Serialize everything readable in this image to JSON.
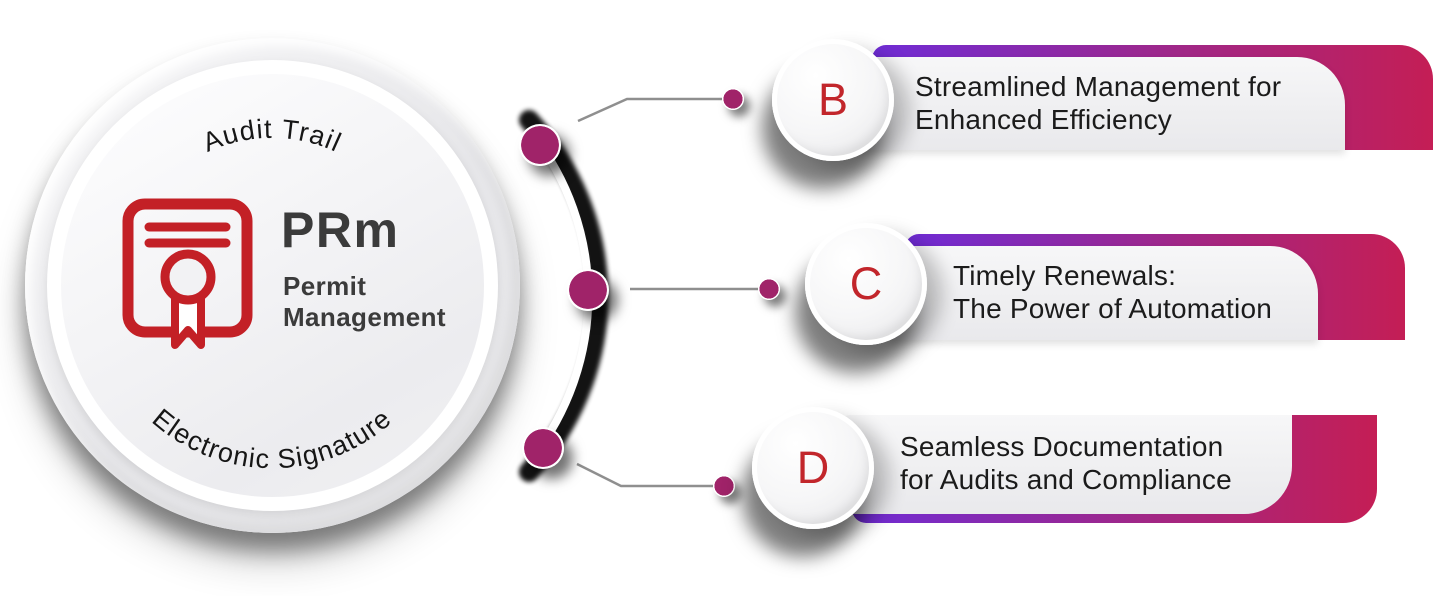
{
  "badge": {
    "curved_top": "Audit Trail",
    "curved_bottom": "Electronic Signature",
    "acronym": "PRm",
    "name_line1": "Permit",
    "name_line2": "Management",
    "icon": "certificate-icon"
  },
  "items": [
    {
      "letter": "B",
      "line1": "Streamlined Management for",
      "line2": "Enhanced Efficiency"
    },
    {
      "letter": "C",
      "line1": "Timely Renewals:",
      "line2": "The Power of Automation"
    },
    {
      "letter": "D",
      "line1": "Seamless Documentation",
      "line2": "for Audits and Compliance"
    }
  ],
  "colors": {
    "accent_red": "#C2262B",
    "icon_red": "#C32026",
    "gradient_purple": "#6F2CD6",
    "gradient_crimson": "#C41E55",
    "dot_magenta": "#A02369",
    "connector_gray": "#8F8F8F",
    "text_dark": "#1B1B1B",
    "title_gray": "#3B3B3B"
  }
}
